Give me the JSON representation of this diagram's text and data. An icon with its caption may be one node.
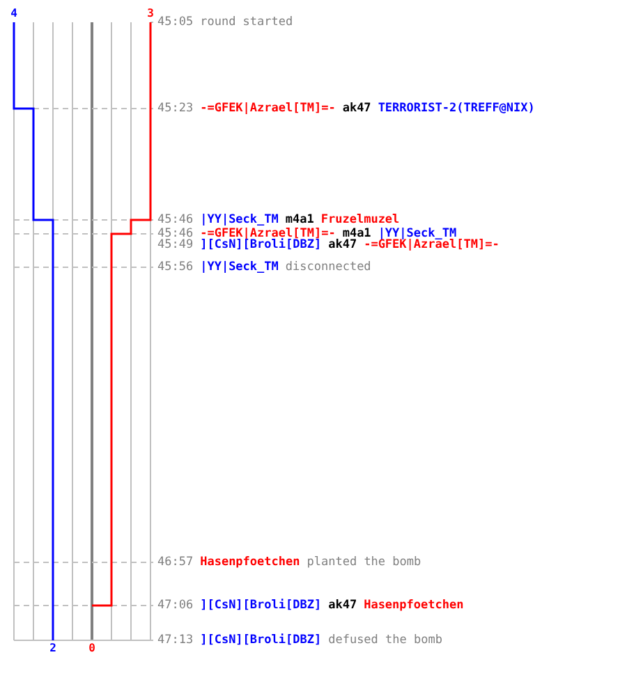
{
  "diagram": {
    "labels": [
      "4",
      "3",
      "45:05",
      "round started",
      "45:23",
      "-=GFEK|Azrael[TM]=-",
      "ak47",
      "TERRORIST-2(TREFF@NIX)",
      "45:46",
      "|YY|Seck_TM",
      "m4a1",
      "Fruzelmuzel",
      "45:46",
      "-=GFEK|Azrael[TM]=-",
      "m4a1",
      "|YY|Seck_TM",
      "45:49",
      "][CsN][Broli[DBZ]",
      "ak47",
      "-=GFEK|Azrael[TM]=-",
      "45:56",
      "|YY|Seck_TM",
      "disconnected",
      "46:57",
      "Hasenpfoetchen",
      "planted the bomb",
      "47:06",
      "][CsN][Broli[DBZ]",
      "ak47",
      "Hasenpfoetchen",
      "47:13",
      "][CsN][Broli[DBZ]",
      "defused the bomb",
      "2",
      "0"
    ]
  }
}
